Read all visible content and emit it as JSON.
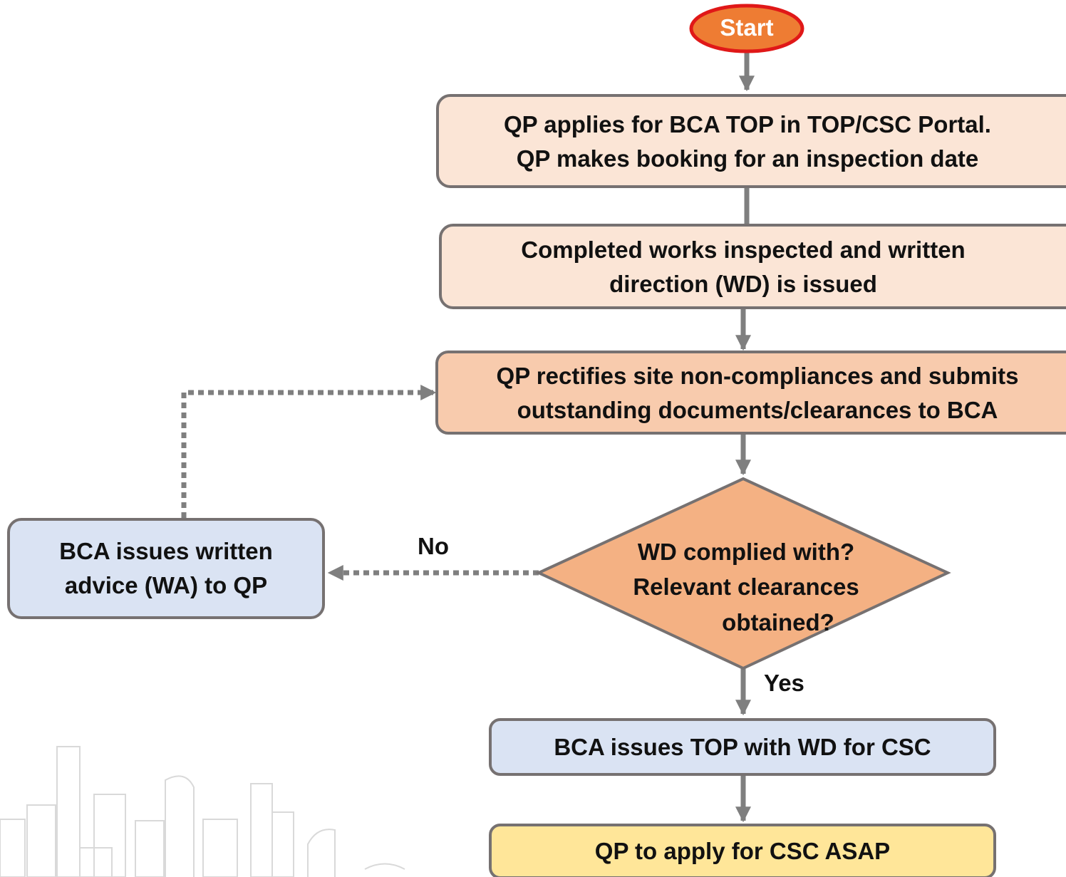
{
  "flowchart": {
    "start": {
      "label": "Start"
    },
    "apply": {
      "lines": [
        "QP applies for BCA TOP in TOP/CSC Portal.",
        "QP makes booking for an inspection date"
      ]
    },
    "inspect": {
      "lines": [
        "Completed works inspected and written",
        "direction (WD) is issued"
      ]
    },
    "rectify": {
      "lines": [
        "QP rectifies site non-compliances and submits",
        "outstanding documents/clearances to BCA"
      ]
    },
    "decision": {
      "lines": [
        "WD complied with?",
        "Relevant clearances",
        "obtained?"
      ]
    },
    "advice": {
      "lines": [
        "BCA issues written",
        "advice (WA) to QP"
      ]
    },
    "issue_top": {
      "label": "BCA issues TOP with WD for CSC"
    },
    "apply_csc": {
      "label": "QP to apply for CSC ASAP"
    },
    "edge_no": "No",
    "edge_yes": "Yes"
  },
  "colors": {
    "start_fill": "#ee7c33",
    "start_border": "#e01818",
    "light_peach": "#fbe5d6",
    "peach": "#f8cbad",
    "diamond": "#f4b183",
    "light_blue": "#dae3f3",
    "yellow": "#ffe699",
    "border": "#767171",
    "arrow": "#7f7f7f"
  }
}
